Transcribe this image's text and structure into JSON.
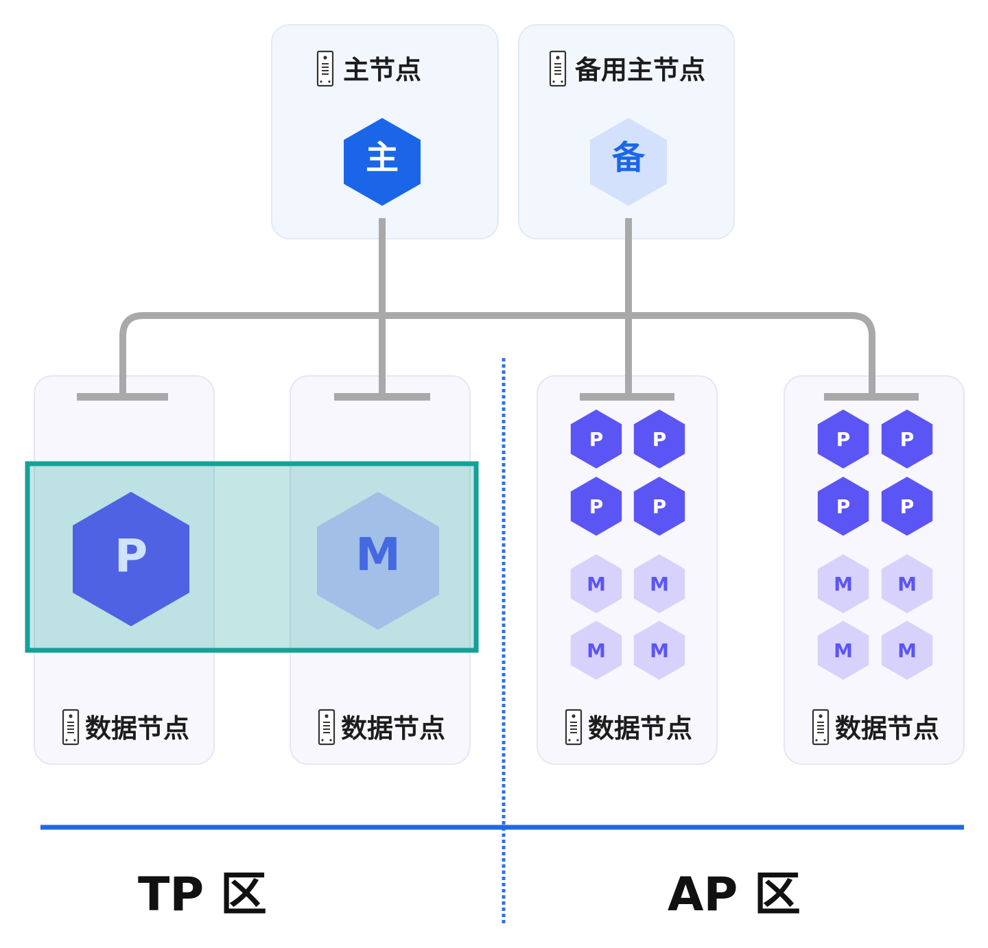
{
  "master": {
    "label": "主节点",
    "hex_label": "主"
  },
  "standby": {
    "label": "备用主节点",
    "hex_label": "备"
  },
  "data_nodes": [
    {
      "label": "数据节点",
      "primary_label": "P",
      "mirror_label": ""
    },
    {
      "label": "数据节点",
      "primary_label": "",
      "mirror_label": "M"
    },
    {
      "label": "数据节点",
      "primary_labels": [
        "P",
        "P",
        "P",
        "P"
      ],
      "mirror_labels": [
        "M",
        "M",
        "M",
        "M"
      ]
    },
    {
      "label": "数据节点",
      "primary_labels": [
        "P",
        "P",
        "P",
        "P"
      ],
      "mirror_labels": [
        "M",
        "M",
        "M",
        "M"
      ]
    }
  ],
  "zones": {
    "tp": "TP 区",
    "ap": "AP 区"
  },
  "colors": {
    "master_hex": "#1b66e8",
    "standby_hex": "#d3e1fc",
    "standby_text": "#1b66e8",
    "primary_hex": "#5b55f6",
    "mirror_hex": "#d7d2fb",
    "mirror_text": "#5b55f6",
    "tp_highlight": "#14a196",
    "zone_line": "#1f6ae2",
    "connector": "#a9a9a9",
    "node_box_fill": "#f7f7fd"
  }
}
